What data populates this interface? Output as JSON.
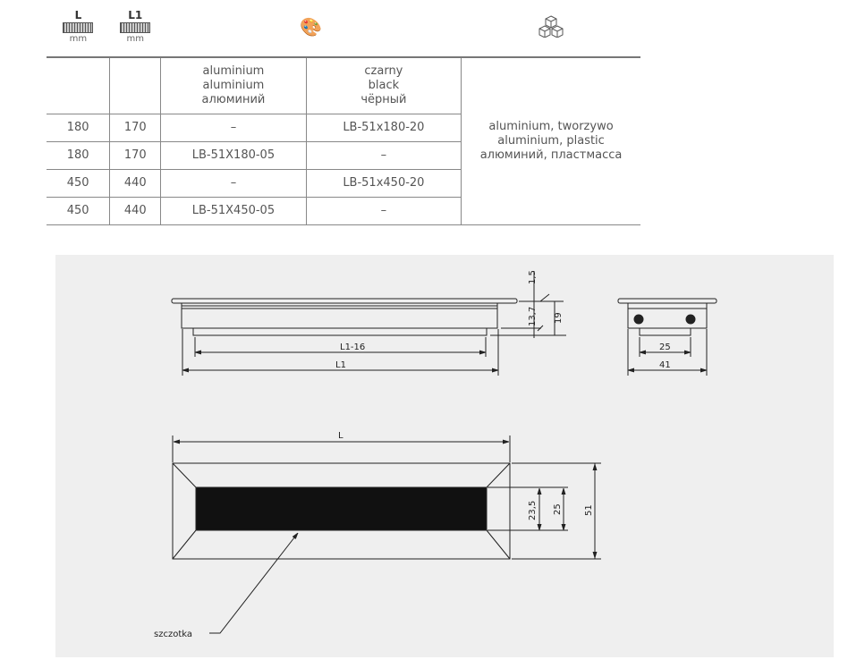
{
  "header": {
    "L_label": "L",
    "L1_label": "L1",
    "unit": "mm",
    "color_icon": "palette-icon",
    "material_icon": "cubes-icon"
  },
  "colors_header": {
    "aluminium": [
      "aluminium",
      "aluminium",
      "алюминий"
    ],
    "black": [
      "czarny",
      "black",
      "чёрный"
    ]
  },
  "material": [
    "aluminium, tworzywo",
    "aluminium, plastic",
    "алюминий, пластмасса"
  ],
  "rows": [
    {
      "L": "180",
      "L1": "170",
      "aluminium": "–",
      "black": "LB-51x180-20"
    },
    {
      "L": "180",
      "L1": "170",
      "aluminium": "LB-51X180-05",
      "black": "–"
    },
    {
      "L": "450",
      "L1": "440",
      "aluminium": "–",
      "black": "LB-51x450-20"
    },
    {
      "L": "450",
      "L1": "440",
      "aluminium": "LB-51X450-05",
      "black": "–"
    }
  ],
  "drawing": {
    "d_1_5": "1,5",
    "d_13_7": "13,7",
    "d_19": "19",
    "d_L1_16": "L1-16",
    "d_L1": "L1",
    "d_25": "25",
    "d_41": "41",
    "d_L": "L",
    "d_23_5": "23,5",
    "d_25b": "25",
    "d_51": "51",
    "brush_label": "szczotka"
  }
}
